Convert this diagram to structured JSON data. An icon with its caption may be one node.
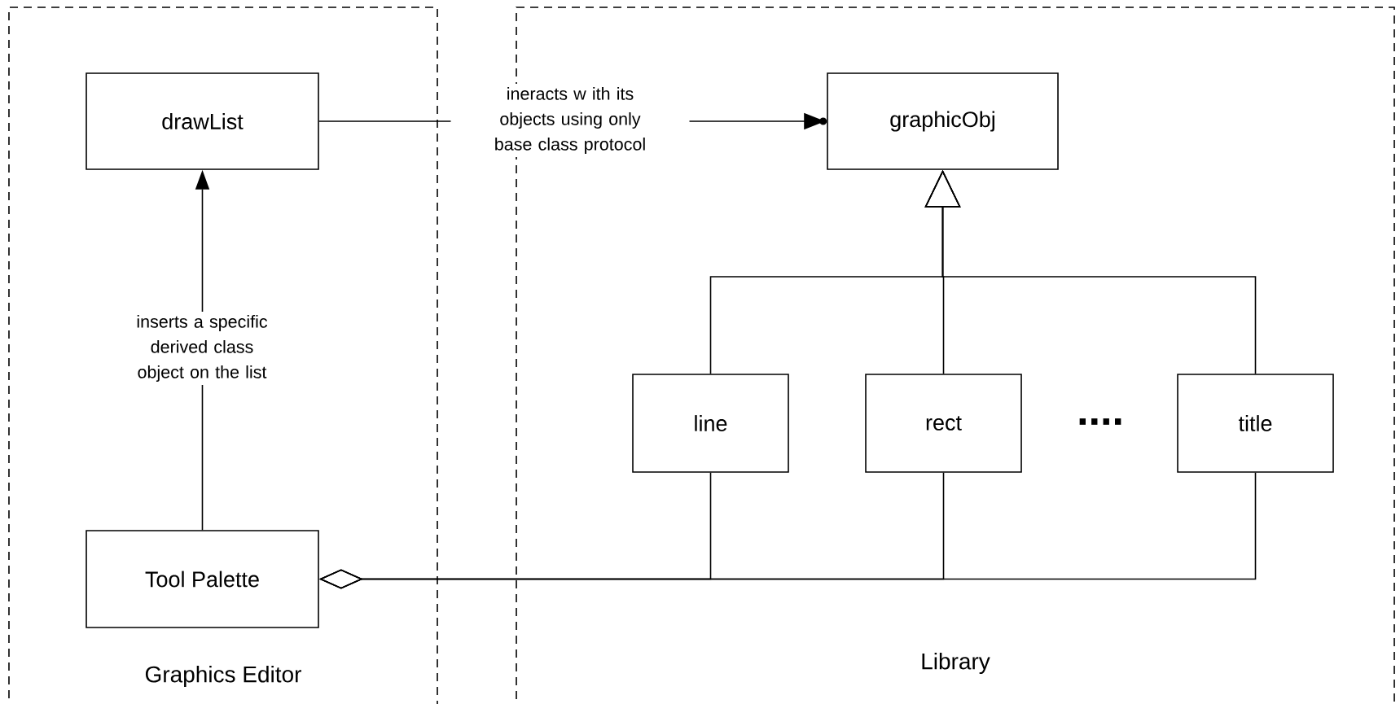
{
  "diagram": {
    "nodes": [
      {
        "text": [
          "Graphics Editor"
        ]
      },
      {
        "text": [
          "Library"
        ]
      },
      {
        "text": [
          "drawList"
        ],
        "in": 0
      },
      {
        "text": [
          "Tool Palette"
        ],
        "in": 0
      },
      {
        "text": [
          "graphicObj"
        ],
        "in": 1
      },
      {
        "text": [
          "line"
        ],
        "in": 1
      },
      {
        "text": [
          "rect"
        ],
        "in": 1
      },
      {
        "text": [
          "title"
        ],
        "in": 1
      }
    ],
    "edges": [
      {
        "from": 2,
        "to": 4,
        "arrow": "to",
        "label": "ineracts w ith its objects using only base class protocol"
      },
      {
        "from": 3,
        "to": 2,
        "arrow": "to",
        "label": "inserts a specific derived class object on the list"
      },
      {
        "from": 5,
        "to": 4,
        "arrow": "to"
      },
      {
        "from": 6,
        "to": 4,
        "arrow": "to"
      },
      {
        "from": 7,
        "to": 4,
        "arrow": "to"
      },
      {
        "from": 3,
        "to": 5,
        "arrow": "other"
      },
      {
        "from": 3,
        "to": 6,
        "arrow": "other"
      },
      {
        "from": 3,
        "to": 7,
        "arrow": "other"
      }
    ],
    "labels": [
      "...."
    ]
  }
}
